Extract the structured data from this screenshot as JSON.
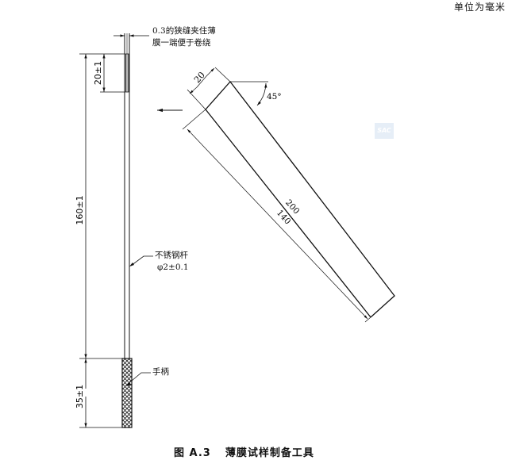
{
  "header": {
    "unit_label": "单位为毫米"
  },
  "figure": {
    "caption_number": "图 A.3",
    "caption_title": "薄膜试样制备工具"
  },
  "annotations": {
    "slit_note_line1": "0.3的狭缝夹住薄",
    "slit_note_line2": "膜一端便于卷绕",
    "rod_label": "不锈钢杆",
    "rod_diameter": "φ2±0.1",
    "handle_label": "手柄"
  },
  "dimensions": {
    "slit_length": "20±1",
    "rod_length": "160±1",
    "handle_length": "35±1",
    "film_width": "20",
    "film_length_outer": "200",
    "film_length_inner": "140",
    "angle": "45°"
  },
  "watermark": {
    "text": "SAC"
  },
  "colors": {
    "line": "#111111",
    "background": "#ffffff"
  }
}
